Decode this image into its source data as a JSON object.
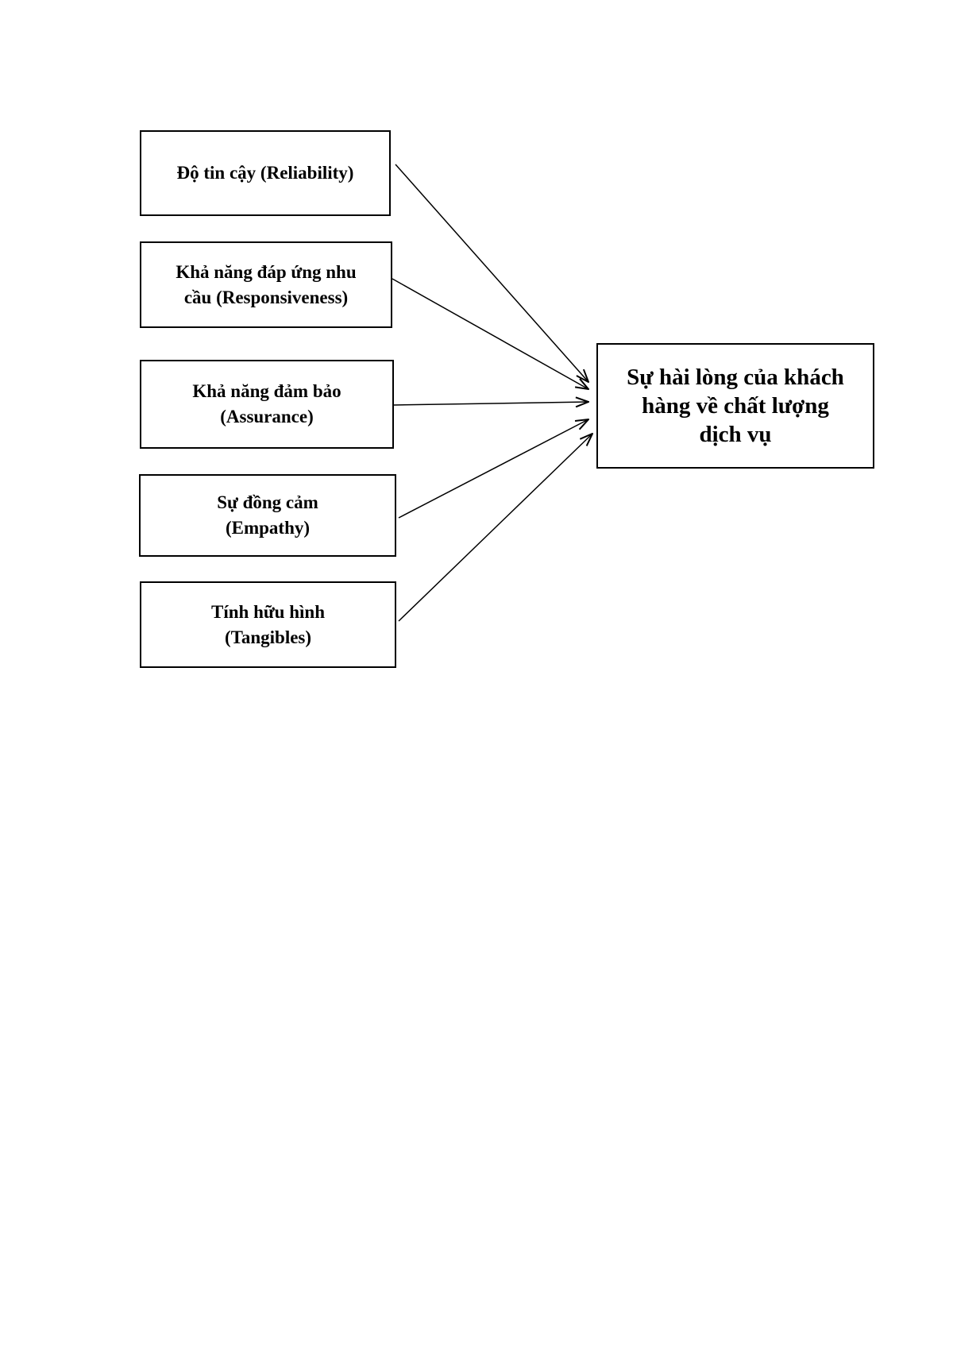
{
  "factors": [
    {
      "id": "reliability",
      "lines": [
        "Độ tin cậy (Reliability)"
      ]
    },
    {
      "id": "responsiveness",
      "lines": [
        "Khả năng đáp ứng nhu",
        "cầu (Responsiveness)"
      ]
    },
    {
      "id": "assurance",
      "lines": [
        "Khả năng đảm bảo",
        "(Assurance)"
      ]
    },
    {
      "id": "empathy",
      "lines": [
        "Sự đồng cảm",
        "(Empathy)"
      ]
    },
    {
      "id": "tangibles",
      "lines": [
        "Tính hữu hình",
        "(Tangibles)"
      ]
    }
  ],
  "outcome": {
    "lines": [
      "Sự hài lòng của khách",
      "hàng về chất lượng",
      "dịch vụ"
    ]
  },
  "colors": {
    "line": "#000000",
    "background": "#ffffff"
  }
}
